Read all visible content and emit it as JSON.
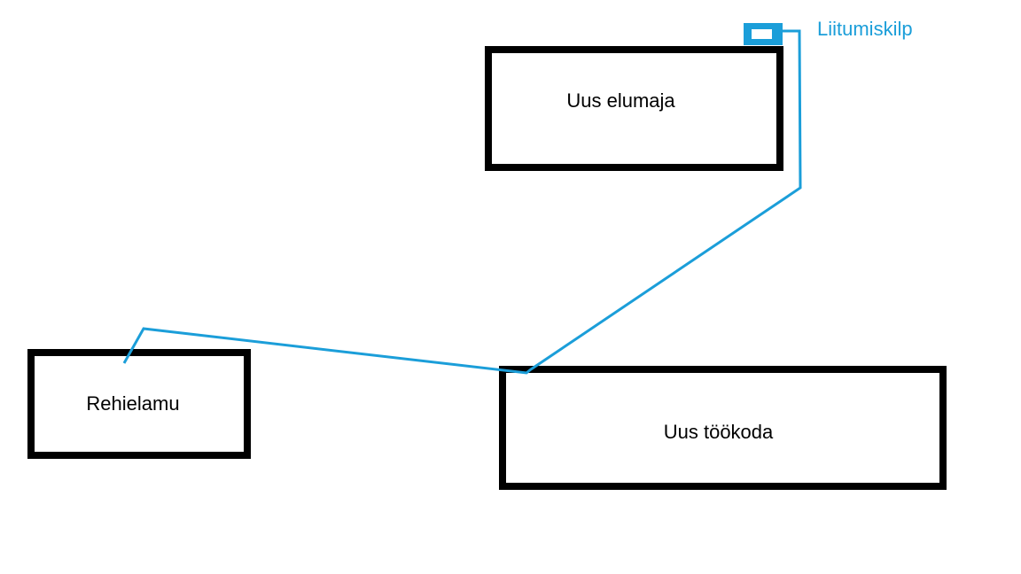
{
  "diagram": {
    "buildings": {
      "elumaja": {
        "label": "Uus elumaja"
      },
      "rehielamu": {
        "label": "Rehielamu"
      },
      "tookoda": {
        "label": "Uus töökoda"
      }
    },
    "connection": {
      "label": "Liitumiskilp"
    },
    "colors": {
      "accent_blue": "#1B9ED9",
      "outline_black": "#000000",
      "background": "#FFFFFF"
    }
  }
}
